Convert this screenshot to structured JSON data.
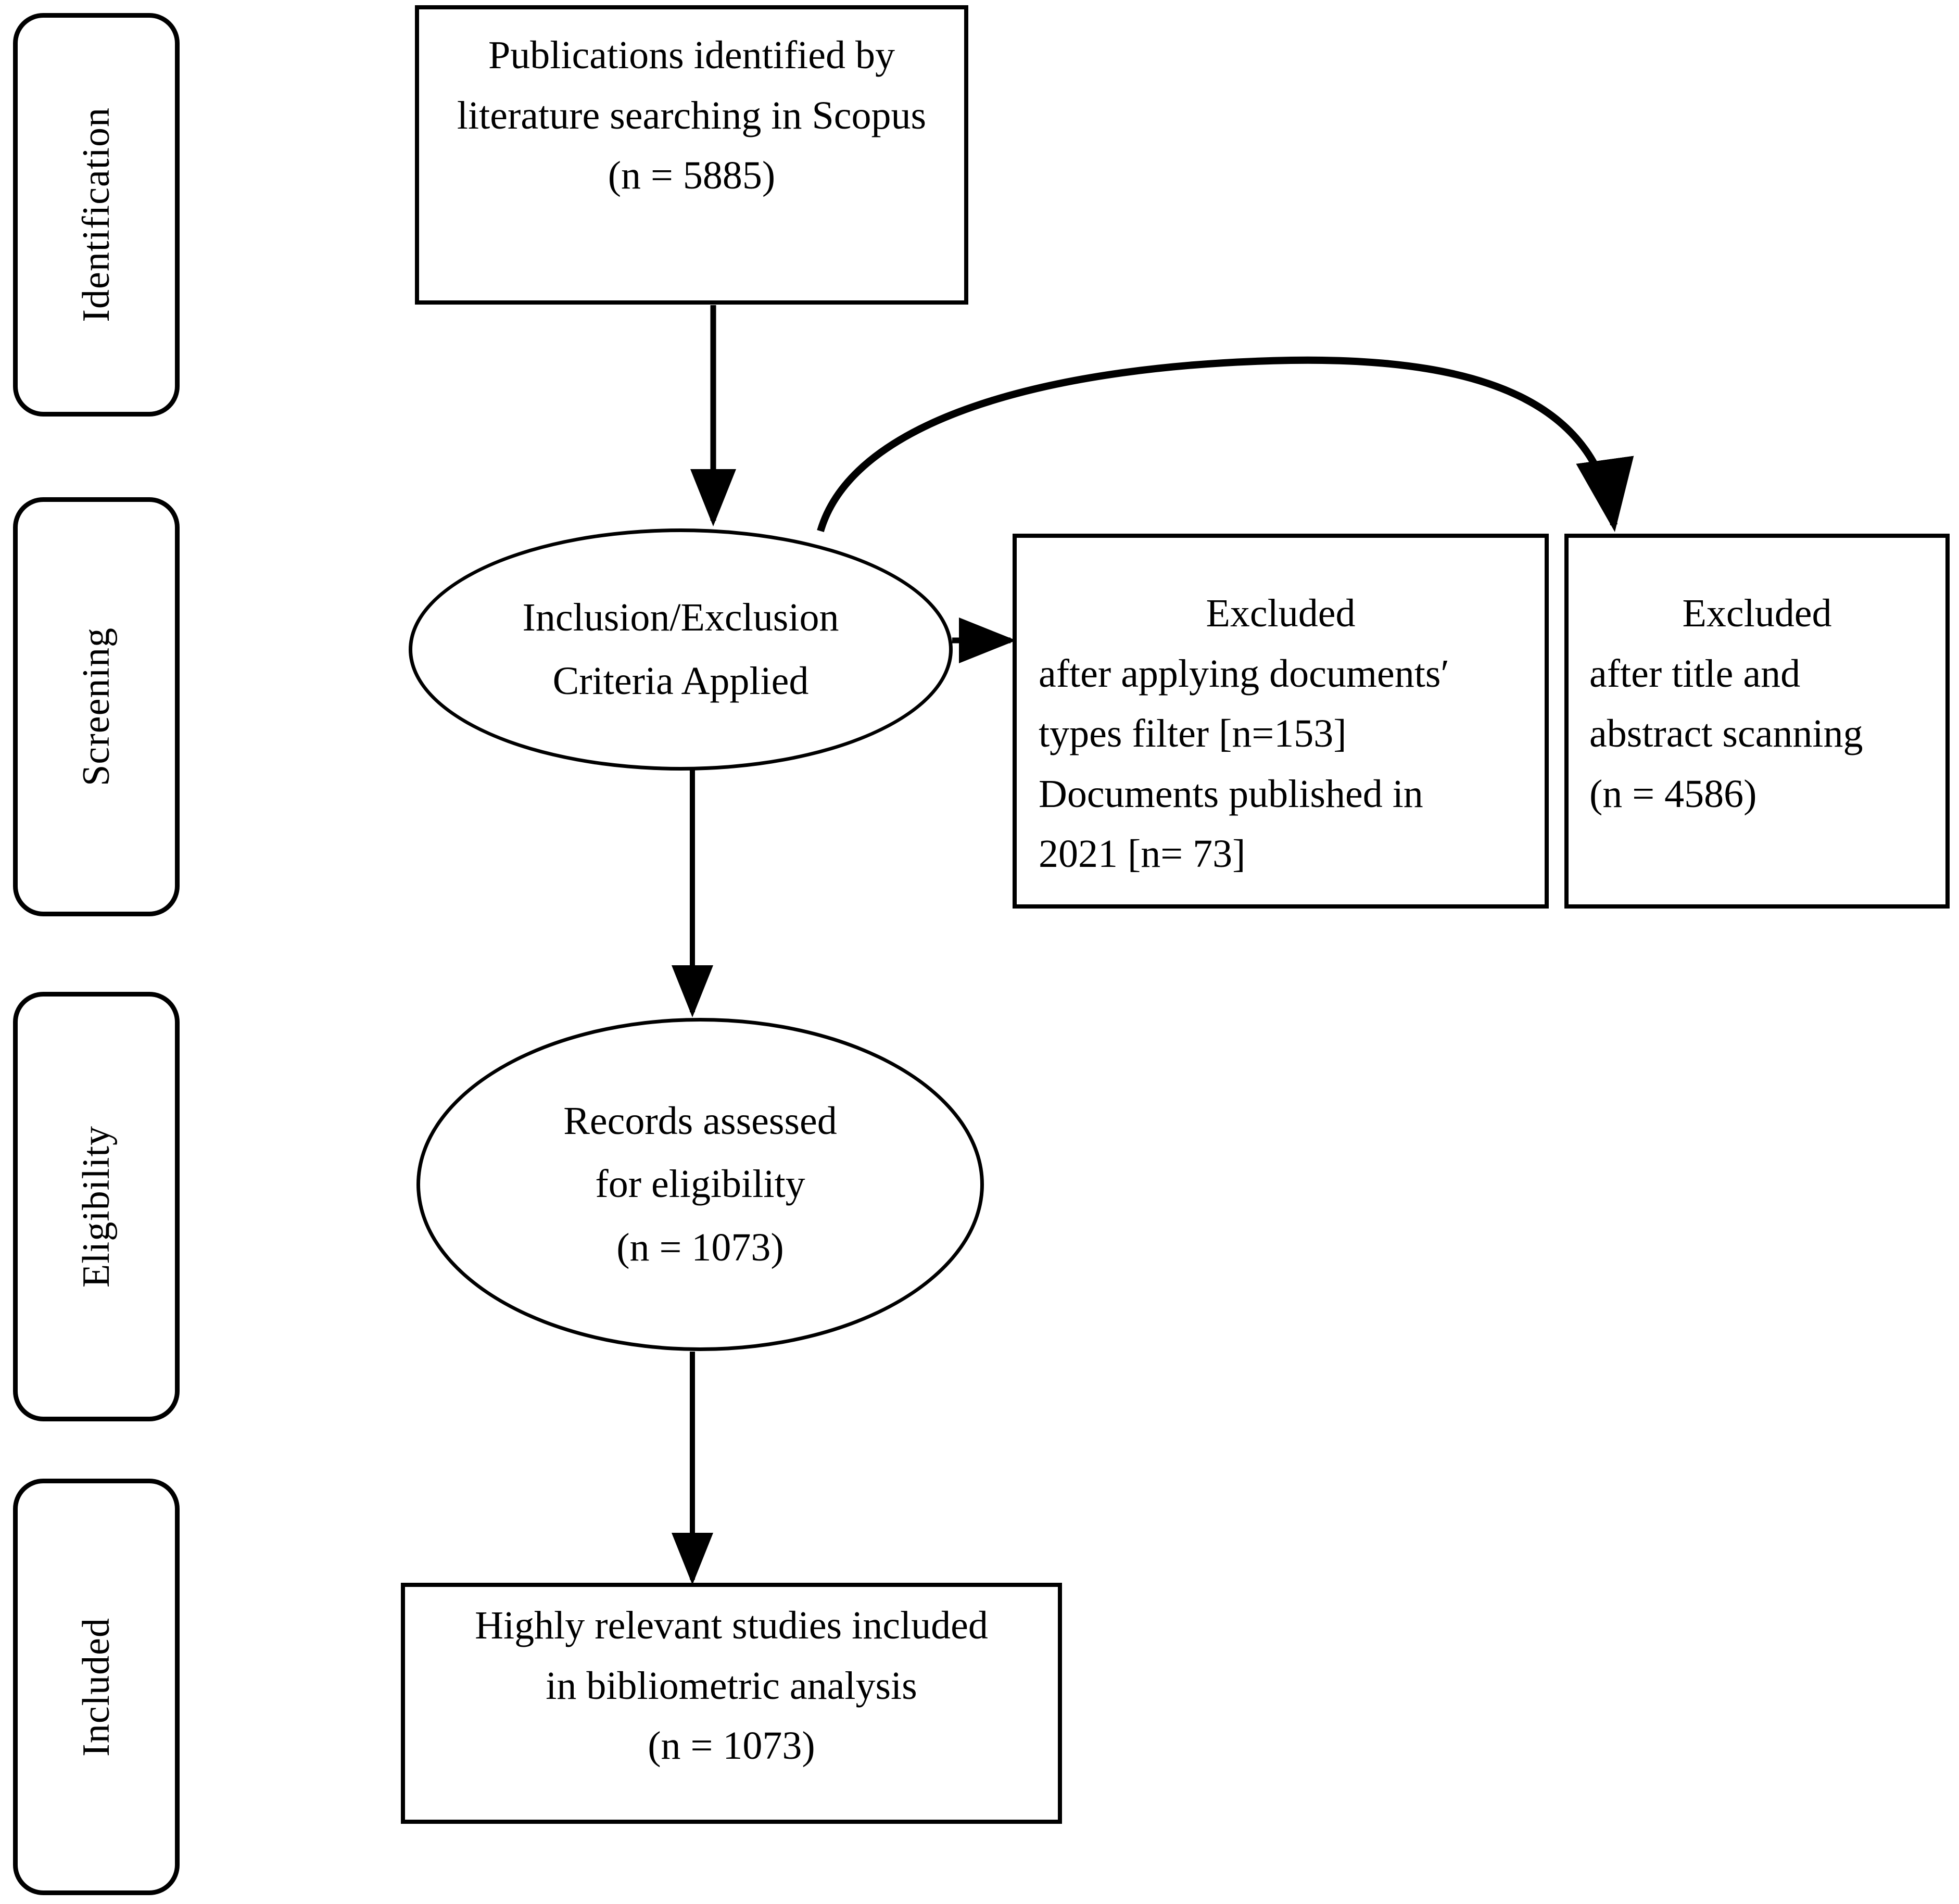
{
  "diagram": {
    "type": "prisma-flow-diagram",
    "stage_labels": [
      {
        "id": "identification",
        "label": "Identification"
      },
      {
        "id": "screening",
        "label": "Screening"
      },
      {
        "id": "eligibility",
        "label": "Eligibility"
      },
      {
        "id": "included",
        "label": "Included"
      }
    ],
    "nodes": {
      "identified": {
        "shape": "rectangle",
        "lines": [
          "Publications identified by",
          "literature searching in Scopus",
          "(n = 5885)"
        ],
        "count": 5885
      },
      "criteria": {
        "shape": "ellipse",
        "lines": [
          "Inclusion/Exclusion",
          "Criteria Applied"
        ]
      },
      "excluded_doctypes": {
        "shape": "rectangle",
        "heading": "Excluded",
        "lines": [
          "after applying documents′",
          "types filter [n=153]",
          "Documents published in",
          "2021 [n= 73]"
        ],
        "counts": {
          "types_filter": 153,
          "published_2021": 73
        }
      },
      "excluded_screening": {
        "shape": "rectangle",
        "heading": "Excluded",
        "lines": [
          "after title and",
          "abstract scanning",
          "(n = 4586)"
        ],
        "count": 4586
      },
      "assessed": {
        "shape": "ellipse",
        "lines": [
          "Records assessed",
          "for eligibility",
          "(n = 1073)"
        ],
        "count": 1073
      },
      "included": {
        "shape": "rectangle",
        "lines": [
          "Highly relevant studies included",
          "in bibliometric analysis",
          "(n = 1073)"
        ],
        "count": 1073
      }
    },
    "connectors": [
      {
        "id": "identified-to-criteria",
        "from": "identified",
        "to": "criteria",
        "style": "straight-vertical-arrow"
      },
      {
        "id": "criteria-to-excluded-doctypes",
        "from": "criteria",
        "to": "excluded_doctypes",
        "style": "straight-horizontal-arrow"
      },
      {
        "id": "criteria-to-excluded-screening",
        "from": "criteria",
        "to": "excluded_screening",
        "style": "curved-arc-arrow"
      },
      {
        "id": "criteria-to-assessed",
        "from": "criteria",
        "to": "assessed",
        "style": "straight-vertical-arrow"
      },
      {
        "id": "assessed-to-included",
        "from": "assessed",
        "to": "included",
        "style": "straight-vertical-arrow"
      }
    ],
    "colors": {
      "stroke": "#000000",
      "fill": "#ffffff",
      "text": "#000000"
    }
  }
}
